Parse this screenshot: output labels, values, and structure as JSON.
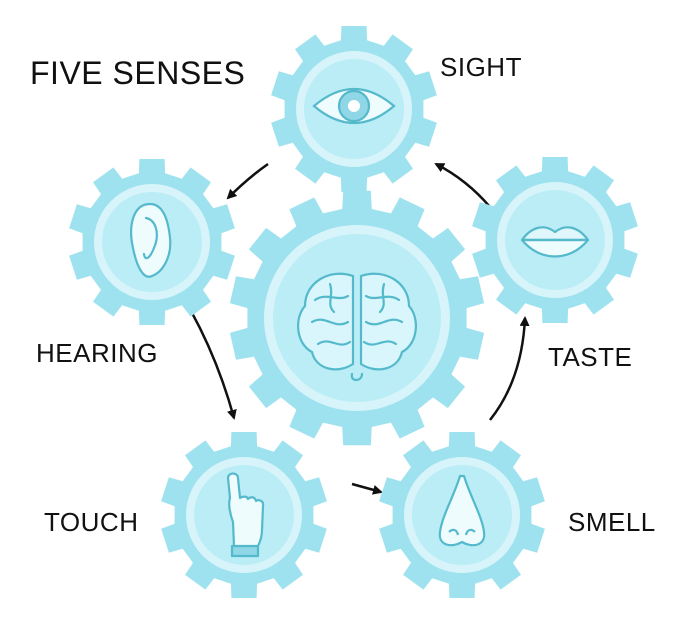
{
  "title": "FIVE SENSES",
  "colors": {
    "gear_outer": "#9fe2ef",
    "gear_ring": "#d6f4fa",
    "gear_inner": "#baedf6",
    "icon_fill": "#e9fbfd",
    "icon_stroke": "#55b9cc",
    "arrow": "#111111"
  },
  "center": {
    "icon": "brain-icon"
  },
  "senses": [
    {
      "key": "sight",
      "label": "SIGHT",
      "icon": "eye-icon"
    },
    {
      "key": "hearing",
      "label": "HEARING",
      "icon": "ear-icon"
    },
    {
      "key": "touch",
      "label": "TOUCH",
      "icon": "pointing-hand-icon"
    },
    {
      "key": "smell",
      "label": "SMELL",
      "icon": "nose-icon"
    },
    {
      "key": "taste",
      "label": "TASTE",
      "icon": "lips-icon"
    }
  ],
  "flow": [
    "taste",
    "sight",
    "hearing",
    "touch",
    "smell",
    "taste"
  ]
}
